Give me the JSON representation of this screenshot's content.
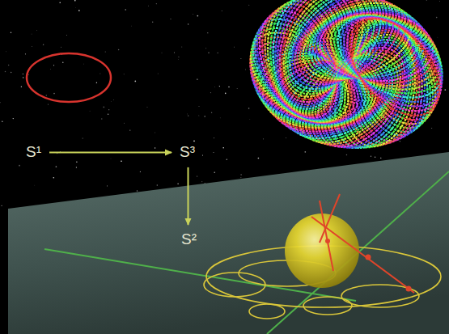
{
  "diagram": {
    "nodes": [
      {
        "text": [
          "S¹"
        ]
      },
      {
        "text": [
          "S³"
        ]
      },
      {
        "text": [
          "S²"
        ]
      }
    ],
    "edges": [
      {
        "from": 0,
        "to": 1,
        "arrow": "to"
      },
      {
        "from": 1,
        "to": 2,
        "arrow": "to"
      }
    ]
  }
}
